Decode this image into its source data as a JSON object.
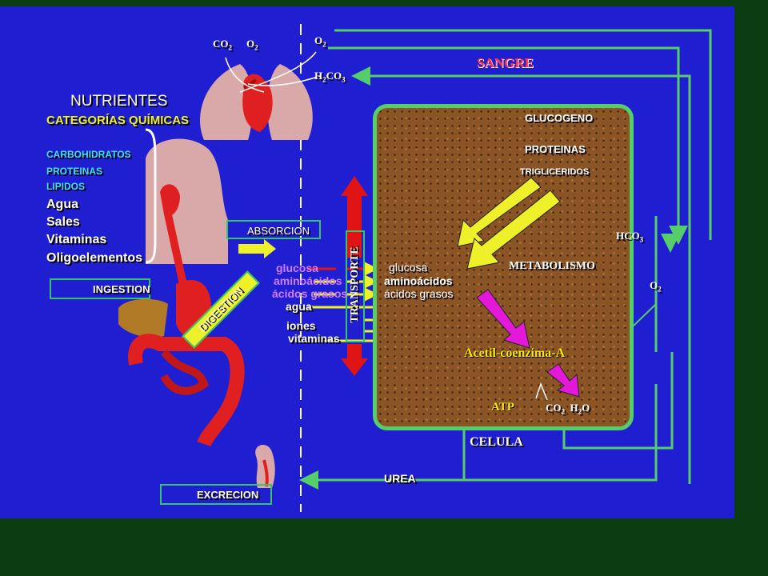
{
  "colors": {
    "background": "#0b3c12",
    "panel": "#1f1fd1",
    "cell": "#8a5425",
    "cell_border": "#55cd6a",
    "arrow_green": "#55cd6a",
    "yellow": "#eef02a",
    "magenta": "#e418d8",
    "red": "#e01414",
    "blood_label": "#ff3040",
    "cyan": "#3fdfff",
    "acetyl_yellow": "#ffe600"
  },
  "gases": {
    "co2": "CO",
    "o2": "O",
    "sub": "2",
    "o2_right": "O",
    "h2co3_h": "H",
    "h2co3_co": "CO",
    "h2co3_sub3": "3",
    "hco": "HCO",
    "hco_sub": "3",
    "o2_mid": "O"
  },
  "blood": "SANGRE",
  "nutrients": {
    "title": "NUTRIENTES",
    "subtitle": "CATEGORÍAS QUÍMICAS",
    "chemical": [
      "CARBOHIDRATOS",
      "PROTEINAS",
      "LIPIDOS"
    ],
    "other": [
      "Agua",
      "Sales",
      "Vitaminas",
      "Oligoelementos"
    ]
  },
  "processes": {
    "ingestion": "INGESTION",
    "absorcion": "ABSORCION",
    "digestion": "DIGESTION",
    "excrecion": "EXCRECION",
    "transporte": "TRANSPORTE"
  },
  "absorbed": {
    "left": [
      "glucosa",
      "aminoácidos",
      "ácidos grasos",
      "agua",
      "iones",
      "vitaminas"
    ],
    "right": [
      "glucosa",
      "aminoácidos",
      "ácidos grasos"
    ]
  },
  "cell": {
    "glucogeno": "GLUCOGENO",
    "proteinas": "PROTEINAS",
    "trigliceridos": "TRIGLICERIDOS",
    "metabolismo": "METABOLISMO",
    "acetil": "Acetil-coenzima-A",
    "atp": "ATP",
    "co2": "CO",
    "h2": "H",
    "o": "O",
    "sub": "2",
    "label": "CELULA"
  },
  "urea": "UREA"
}
